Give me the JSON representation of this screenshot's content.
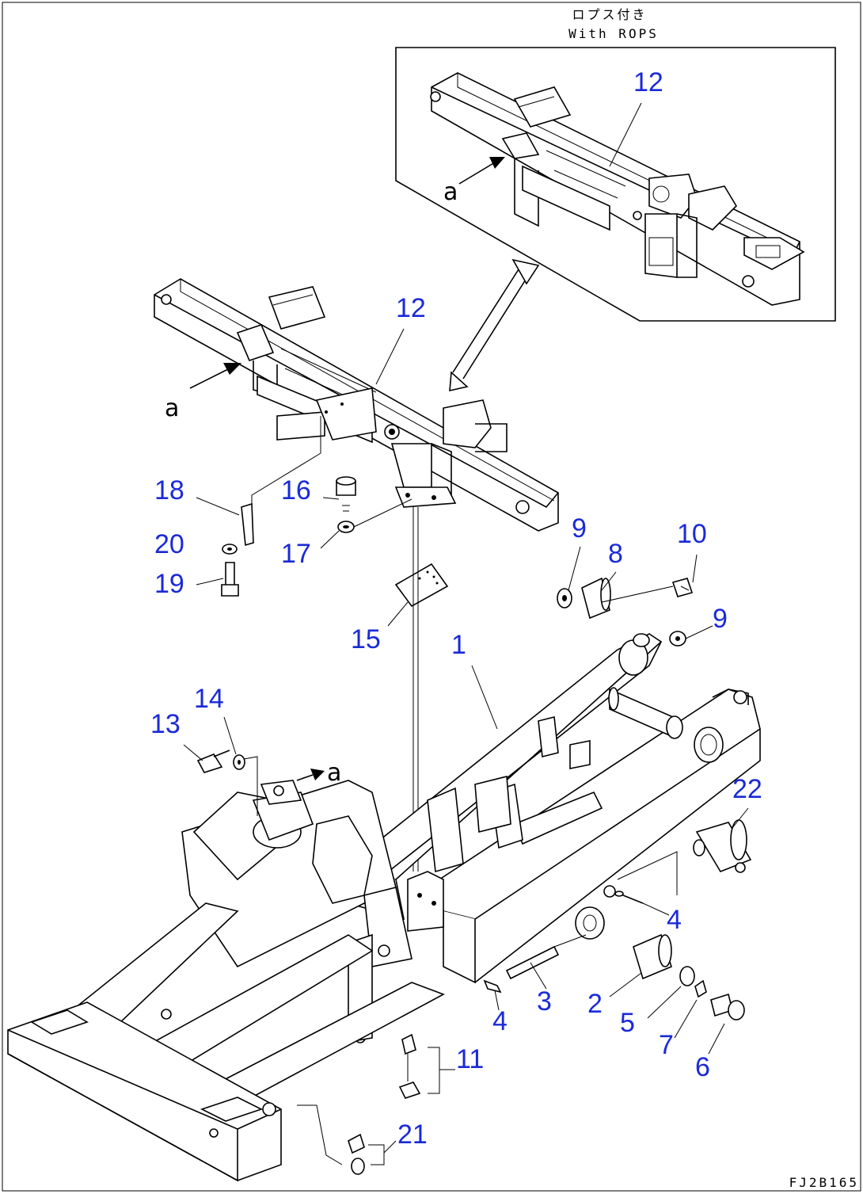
{
  "inset": {
    "title_jp": "ロプス付き",
    "title_en": "With ROPS",
    "part_label": "12",
    "arrow_label": "a"
  },
  "main_arrow_label": "a",
  "frame_arrow_label": "a",
  "part_numbers": [
    "12",
    "18",
    "16",
    "20",
    "17",
    "19",
    "15",
    "9",
    "8",
    "10",
    "9",
    "1",
    "14",
    "13",
    "22",
    "4",
    "3",
    "2",
    "5",
    "4",
    "7",
    "6",
    "11",
    "21"
  ],
  "drawing_code": "FJ2B165"
}
